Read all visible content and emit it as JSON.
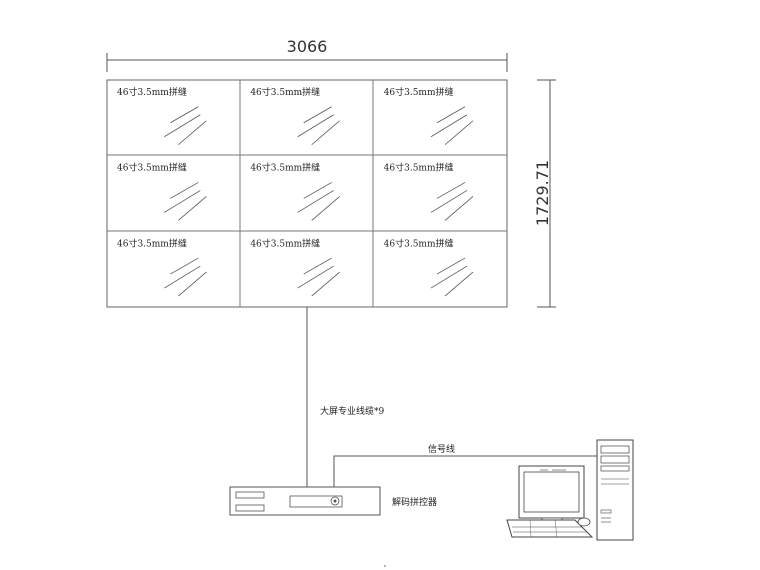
{
  "dimensions": {
    "width_label": "3066",
    "height_label": "1729.71"
  },
  "video_wall": {
    "rows": 3,
    "cols": 3,
    "cells": [
      "46寸3.5mm拼缝",
      "46寸3.5mm拼缝",
      "46寸3.5mm拼缝",
      "46寸3.5mm拼缝",
      "46寸3.5mm拼缝",
      "46寸3.5mm拼缝",
      "46寸3.5mm拼缝",
      "46寸3.5mm拼缝",
      "46寸3.5mm拼缝"
    ]
  },
  "labels": {
    "cable_label": "大屏专业线缆*9",
    "signal_label": "信号线",
    "controller_label": "解码拼控器"
  },
  "colors": {
    "line": "#555555",
    "border": "#666666",
    "background": "#ffffff"
  }
}
